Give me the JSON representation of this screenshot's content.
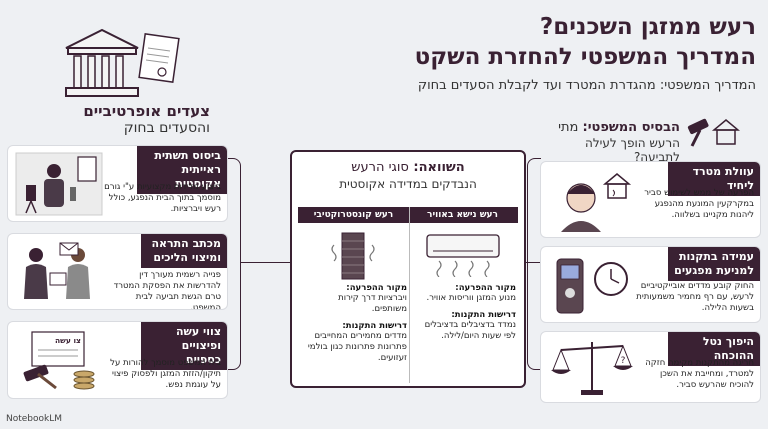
{
  "title_line1": "רעש ממזגן השכנים?",
  "title_line2": "המדריך המשפטי להחזרת השקט",
  "subtitle": "המדריך המשפטי: מהגדרת המטרד ועד לקבלת הסעדים בחוק",
  "left": {
    "heading_bold": "צעדים אופרטיביים",
    "heading_rest": "והסעדים בחוק",
    "cards": [
      {
        "title": "ביסוס תשתית ראייתית אקוסטית",
        "body": "ביצוע מדידות מקצועיות ע\"י גורם מוסמך בתוך הבית הנפגע, כולל רעש ויברציות."
      },
      {
        "title": "מכתב התראה ומיצוי הליכים",
        "body": "פנייה רשמית מעורך דין להדרשות את הפסקת המטרד טרם הגשת תביעה לבית המשפט."
      },
      {
        "title": "צווי עשה ופיצויים כספיים",
        "body": "בית המשפט מוסמך להורות על תיקון/הזזת המזגן ולפסוק פיצוי על עוגמת נפש."
      }
    ],
    "doc_label": "צו עשה"
  },
  "right": {
    "heading_bold": "הבסיס המשפטי:",
    "heading_rest1": "מתי",
    "heading_rest2": "הרעש הופך לעילה לתביעה?",
    "cards": [
      {
        "title": "עוולת מטרד ליחיד",
        "body": "הפרעה של ממש לשימוש סביר במקרקעין המונעת מהנפגע ליהנות מקניינו בשלווה."
      },
      {
        "title": "עמידה בתקנות למניעת מפגעים",
        "body": "החוק קובע מדדים אובייקטיביים לרעש, עם רף מחמיר משמעותית בשעות הלילה."
      },
      {
        "title": "היפוך נטל ההוכחה",
        "body": "חריגה מהתקנות מקימה חזקה למטרד, ומחייבת את השכן להוכיח שהרעש סביר."
      }
    ]
  },
  "middle": {
    "heading_bold": "השוואה:",
    "heading_rest": "סוגי הרעש",
    "subheading": "הנבדקים במדידה אקוסטית",
    "col_a": {
      "header": "רעש נישא באוויר",
      "src_label": "מקור ההפרעה:",
      "src_text": "מנוע המזגן ווריסות אוויר.",
      "req_label": "דרישות התקנות:",
      "req_text": "נמדד בדציבלים בדציבלים לפי שעות היום/לילה."
    },
    "col_b": {
      "header": "רעש קונסטרוקטיבי",
      "src_label": "מקור ההפרעה:",
      "src_text": "ויברציות דרך קירות משותפים.",
      "req_label": "דרישות התקנות:",
      "req_text": "מדדים מחמירים המחייבים פתרונות פתרונות כגון בולמי זעזועים."
    }
  },
  "logo": "NotebookLM"
}
